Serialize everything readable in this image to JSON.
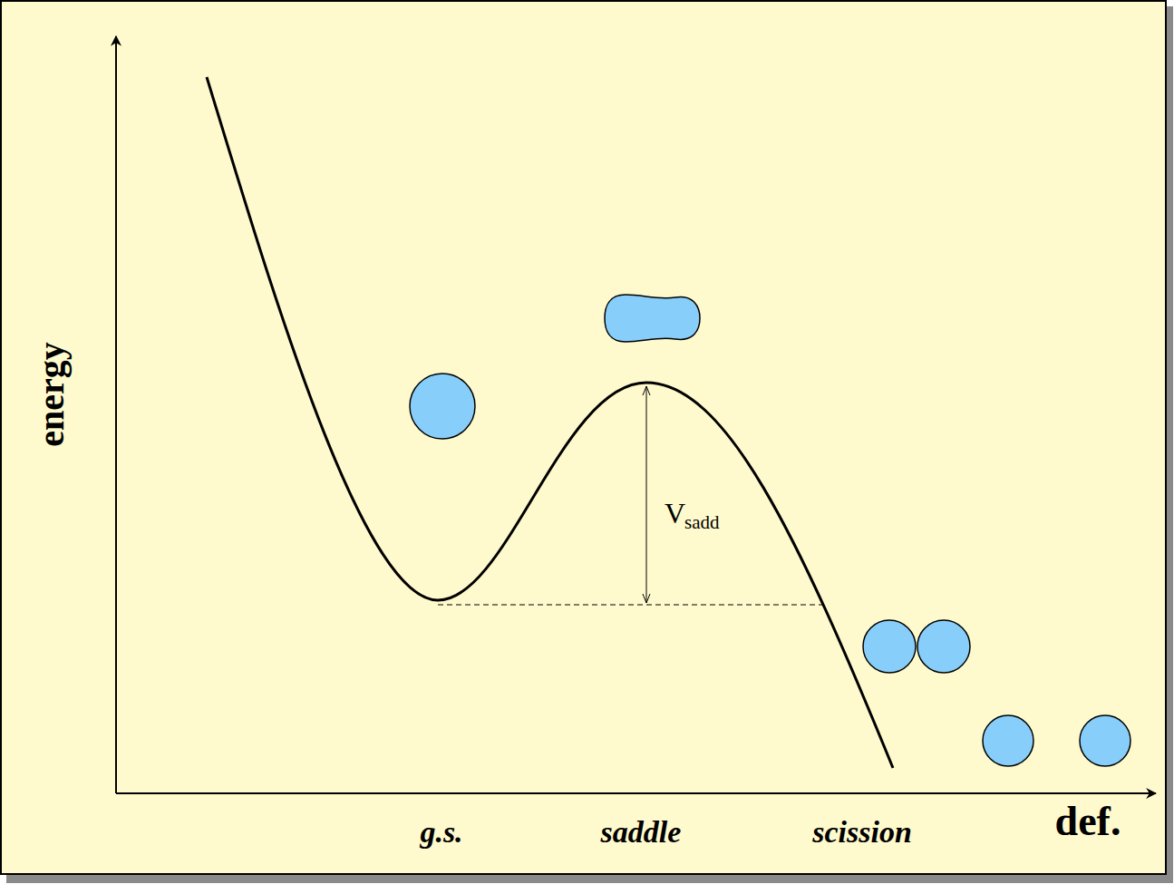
{
  "diagram": {
    "labels": [
      "energy",
      "V",
      "sadd",
      "g.s.",
      "saddle",
      "scission",
      "def."
    ]
  }
}
